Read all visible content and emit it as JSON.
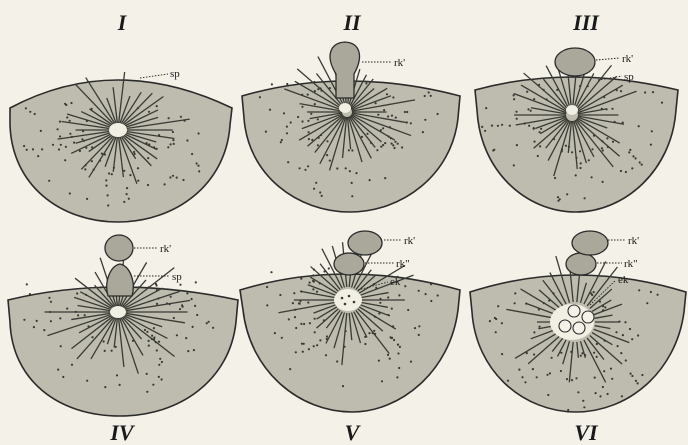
{
  "figure": {
    "panels": [
      {
        "numeral": "I",
        "labels": [
          "sp"
        ]
      },
      {
        "numeral": "II",
        "labels": [
          "rk'"
        ]
      },
      {
        "numeral": "III",
        "labels": [
          "rk'",
          "sp"
        ]
      },
      {
        "numeral": "IV",
        "labels": [
          "rk'",
          "sp"
        ]
      },
      {
        "numeral": "V",
        "labels": [
          "rk'",
          "rk\"",
          "ek"
        ]
      },
      {
        "numeral": "VI",
        "labels": [
          "rk'",
          "rk\"",
          "ek"
        ]
      }
    ]
  },
  "colors": {
    "paper": "#f4f1e8",
    "cell": "#bdbcaf",
    "ink": "#2b2b2b"
  }
}
